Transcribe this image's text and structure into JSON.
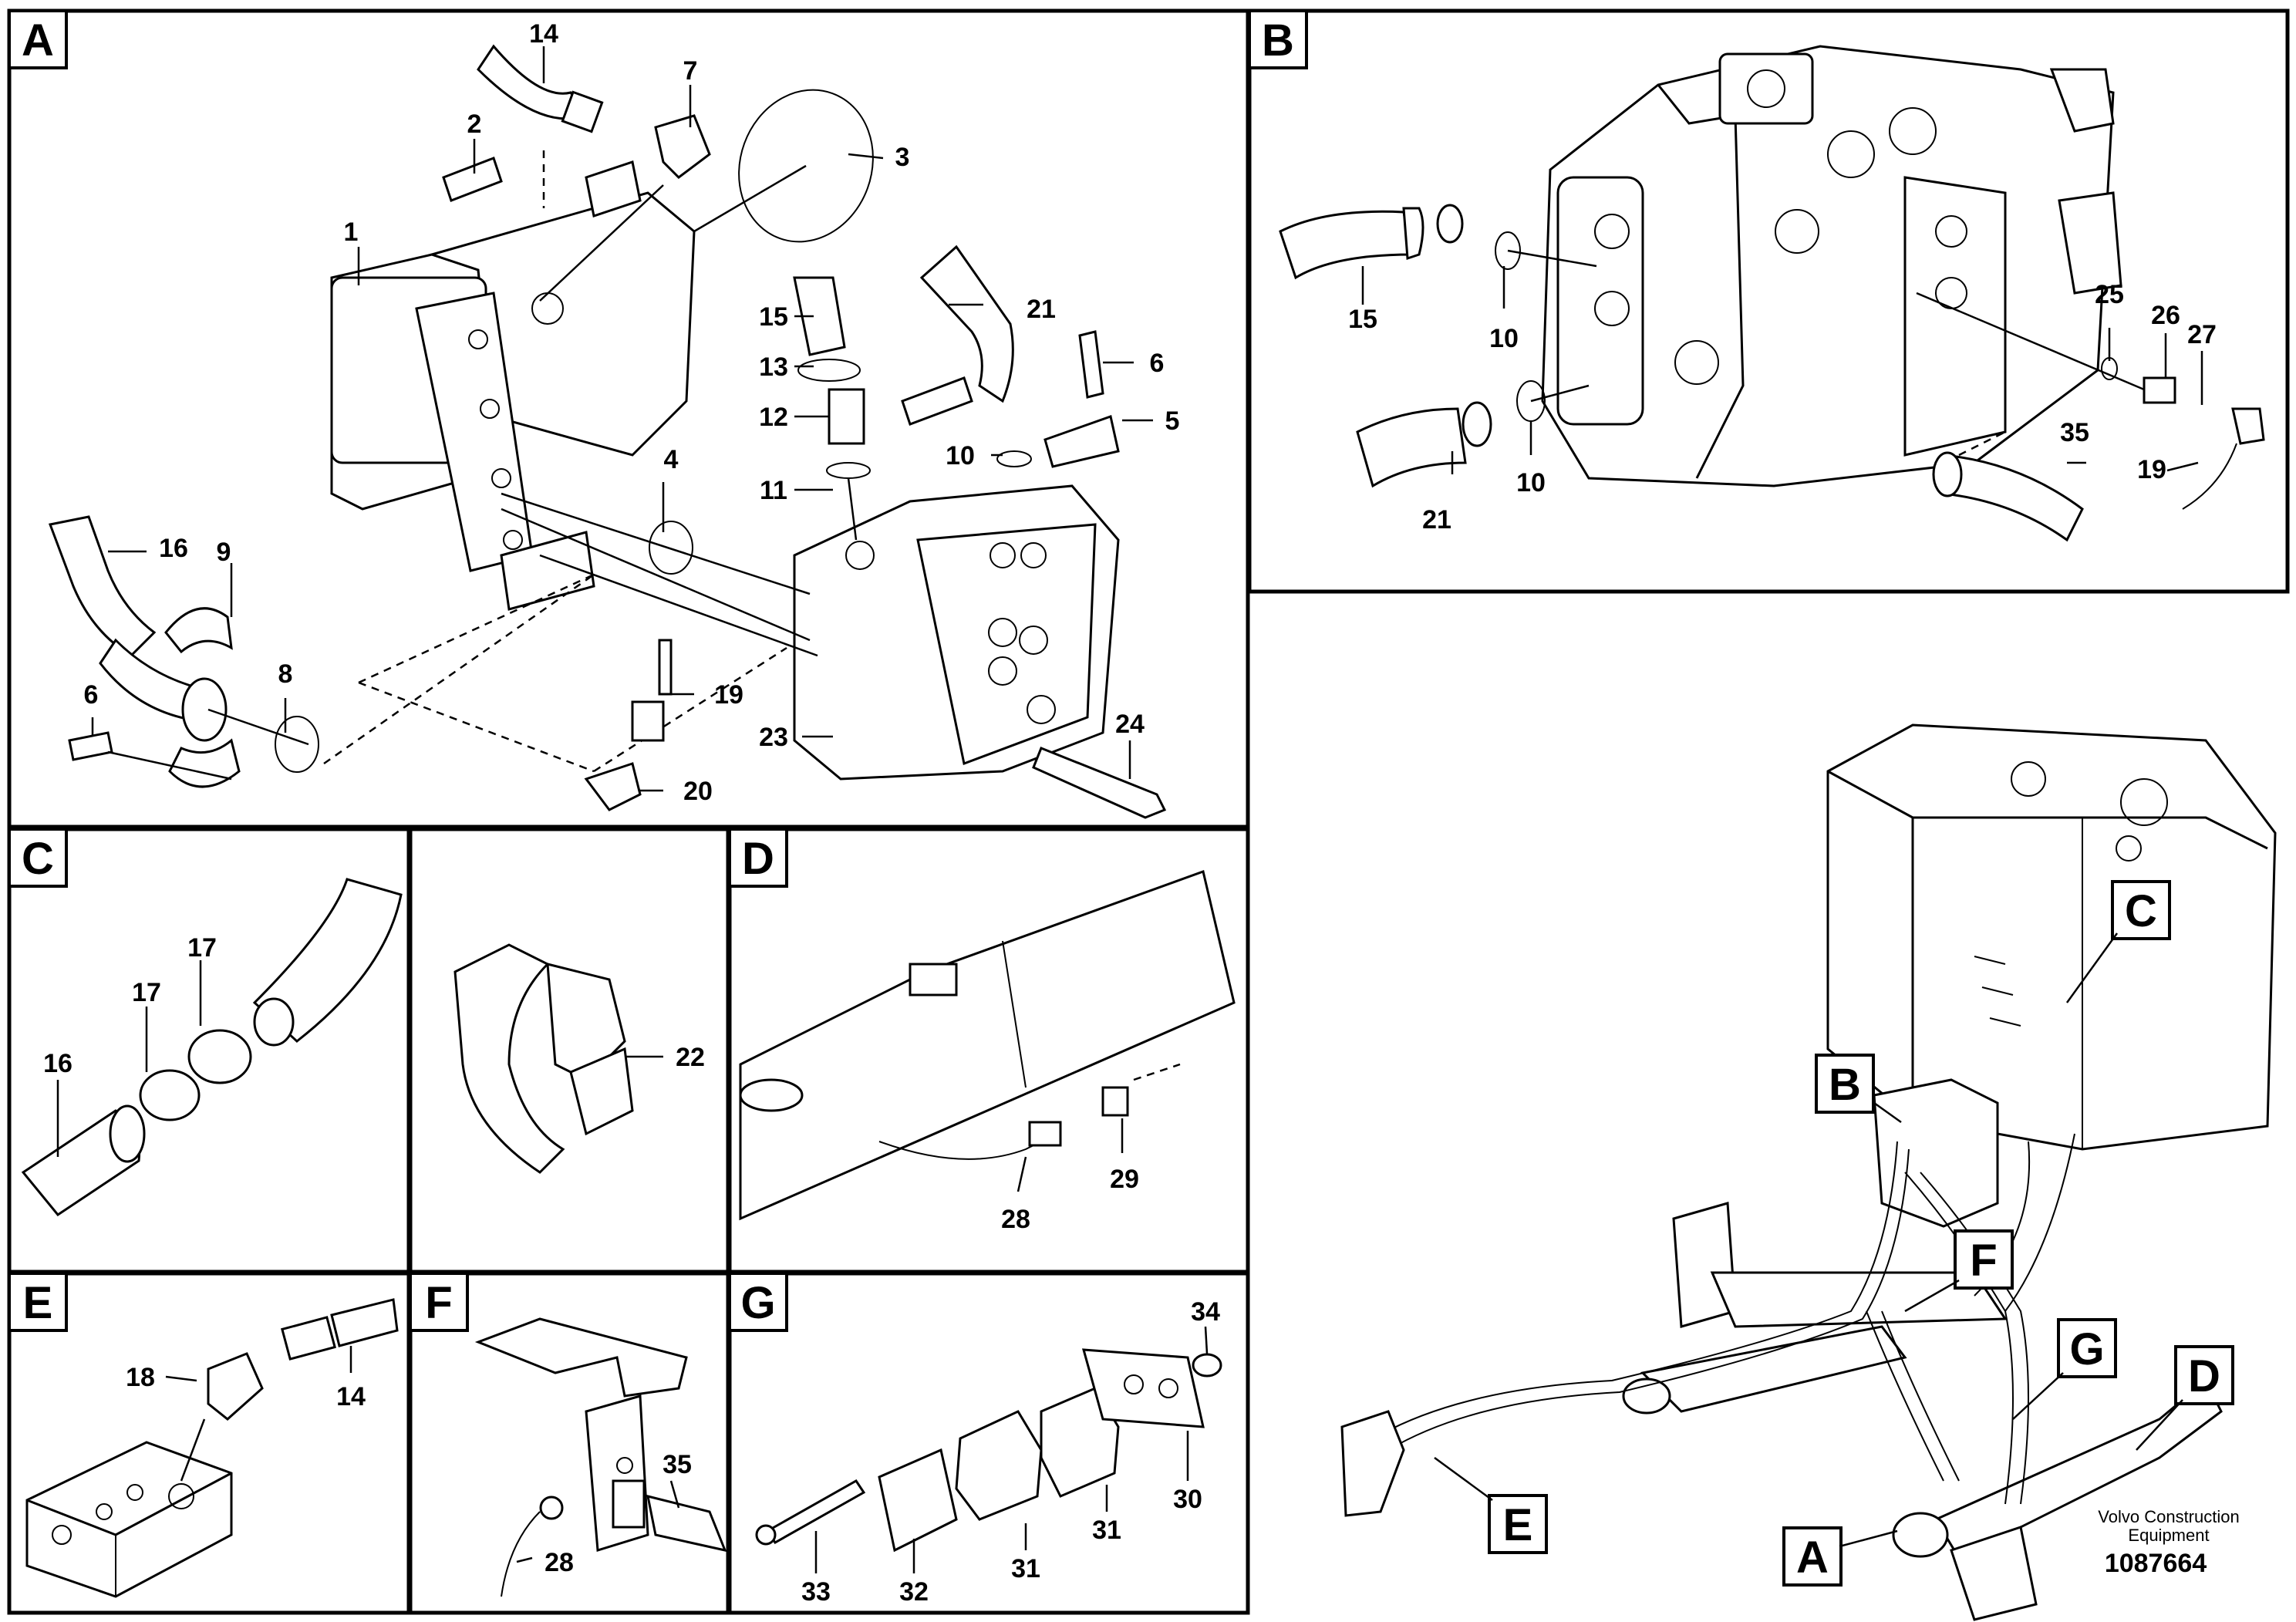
{
  "panels": {
    "A": {
      "label": "A",
      "callouts": [
        "14",
        "7",
        "2",
        "3",
        "1",
        "15",
        "21",
        "13",
        "6",
        "12",
        "5",
        "10",
        "4",
        "11",
        "16",
        "9",
        "8",
        "6",
        "19",
        "23",
        "24",
        "20"
      ]
    },
    "B": {
      "label": "B",
      "callouts": [
        "15",
        "10",
        "21",
        "10",
        "25",
        "26",
        "27",
        "35",
        "19"
      ]
    },
    "C": {
      "label": "C",
      "callouts": [
        "17",
        "17",
        "16"
      ]
    },
    "C2": {
      "callouts": [
        "22"
      ]
    },
    "D": {
      "label": "D",
      "callouts": [
        "28",
        "29"
      ]
    },
    "E": {
      "label": "E",
      "callouts": [
        "18",
        "14"
      ]
    },
    "F": {
      "label": "F",
      "callouts": [
        "35",
        "28"
      ]
    },
    "G": {
      "label": "G",
      "callouts": [
        "34",
        "33",
        "32",
        "31",
        "31",
        "30"
      ]
    }
  },
  "overview": {
    "markers": [
      "B",
      "C",
      "F",
      "G",
      "D",
      "E",
      "A"
    ],
    "brand_line1": "Volvo Construction",
    "brand_line2": "Equipment",
    "doc_number": "1087664"
  }
}
